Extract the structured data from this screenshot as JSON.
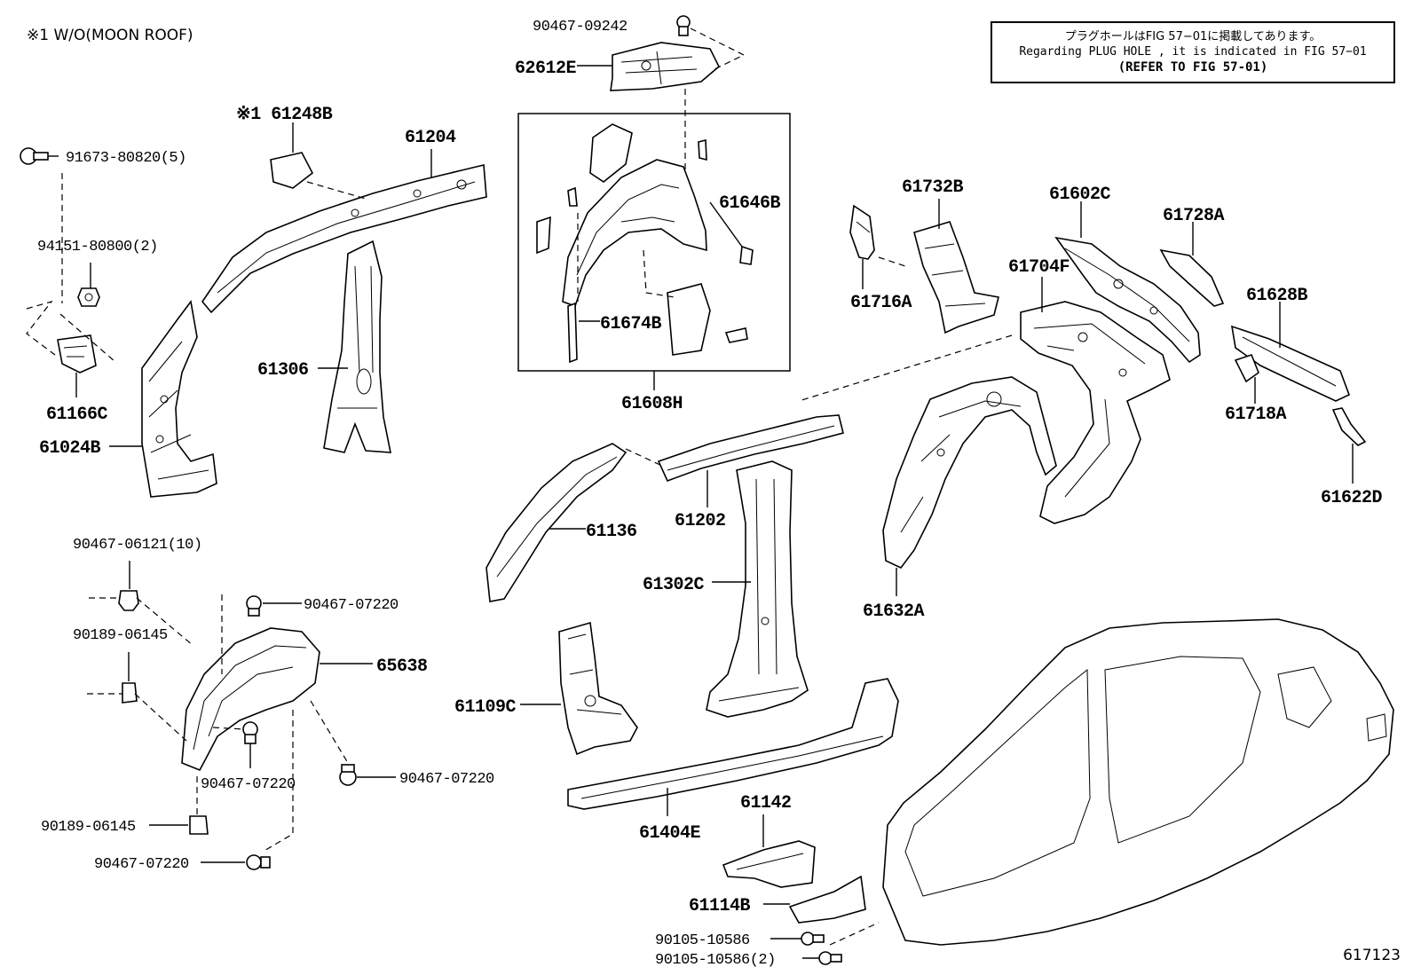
{
  "note": "※1 W/O(MOON ROOF)",
  "reference_box": {
    "line1": "プラグホールはFIG 57−01に掲載してあります。",
    "line2": "Regarding PLUG HOLE , it is indicated in FIG 57−01",
    "line3": "(REFER TO FIG 57-01)"
  },
  "figure_number": "617123",
  "labels": {
    "p90467_09242": "90467-09242",
    "p62612E": "62612E",
    "p61248B": "※1 61248B",
    "p61204": "61204",
    "p91673": "91673-80820(5)",
    "p94151": "94151-80800(2)",
    "p61166C": "61166C",
    "p61024B": "61024B",
    "p61306": "61306",
    "p61646B": "61646B",
    "p61674B": "61674B",
    "p61608H": "61608H",
    "p61732B": "61732B",
    "p61716A": "61716A",
    "p61602C": "61602C",
    "p61728A": "61728A",
    "p61704F": "61704F",
    "p61628B": "61628B",
    "p61718A": "61718A",
    "p61622D": "61622D",
    "p61136": "61136",
    "p61202": "61202",
    "p61302C": "61302C",
    "p61632A": "61632A",
    "p90467_06121": "90467-06121(10)",
    "p90467_07220a": "90467-07220",
    "p90189_06145a": "90189-06145",
    "p65638": "65638",
    "p90467_07220b": "90467-07220",
    "p90467_07220c": "90467-07220",
    "p90189_06145b": "90189-06145",
    "p90467_07220d": "90467-07220",
    "p61109C": "61109C",
    "p61404E": "61404E",
    "p61142": "61142",
    "p61114B": "61114B",
    "p90105_a": "90105-10586",
    "p90105_b": "90105-10586(2)"
  }
}
